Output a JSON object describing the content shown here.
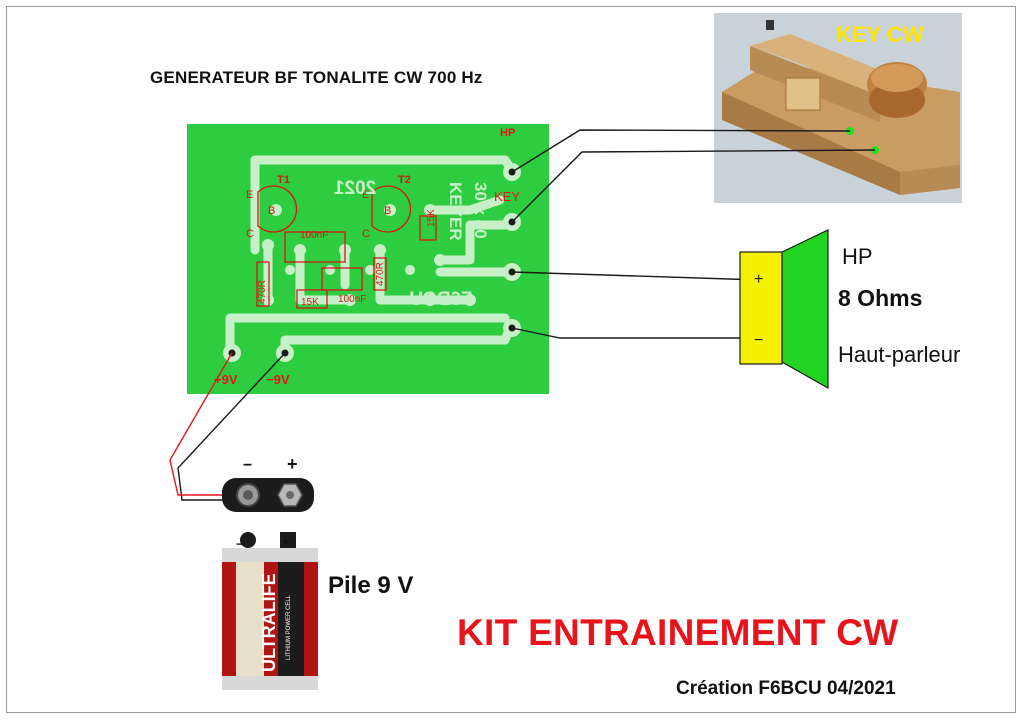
{
  "title": "GENERATEUR BF TONALITE CW  700 Hz",
  "key_photo": {
    "label": "KEY CW"
  },
  "speaker": {
    "hp": "HP",
    "impedance": "8 Ohms",
    "name": "Haut-parleur",
    "plus": "+",
    "minus": "−"
  },
  "battery": {
    "label": "Pile 9 V",
    "brand": "ULTRALIFE",
    "subtext": "LITHIUM POWER CELL",
    "minus": "−",
    "plus": "+"
  },
  "footer": {
    "kit": "KIT ENTRAINEMENT CW",
    "creation": "Création F6BCU 04/2021"
  },
  "pcb": {
    "year": "2021",
    "keyer_text": "KEYER",
    "size_text": "30 x 40",
    "callsign": "F6BCU",
    "key_pad": "KEY",
    "hp_pad": "HP",
    "plus9v": "+9V",
    "minus9v": "−9V",
    "t1": "T1",
    "t2": "T2",
    "pin_e": "E",
    "pin_b": "B",
    "pin_c": "C",
    "cap1": "100nF",
    "cap2": "100nF",
    "res1": "15K",
    "res2": "15K",
    "res3": "470R",
    "res4": "470R"
  },
  "colors": {
    "pcb_green": "#2ecc40",
    "copper_light": "#c8f0c8",
    "speaker_yellow": "#f4f000",
    "speaker_green": "#22d422",
    "red_text": "#e8141b",
    "key_photo_bg": "#c9d2d8",
    "wood": "#c9a36e"
  }
}
